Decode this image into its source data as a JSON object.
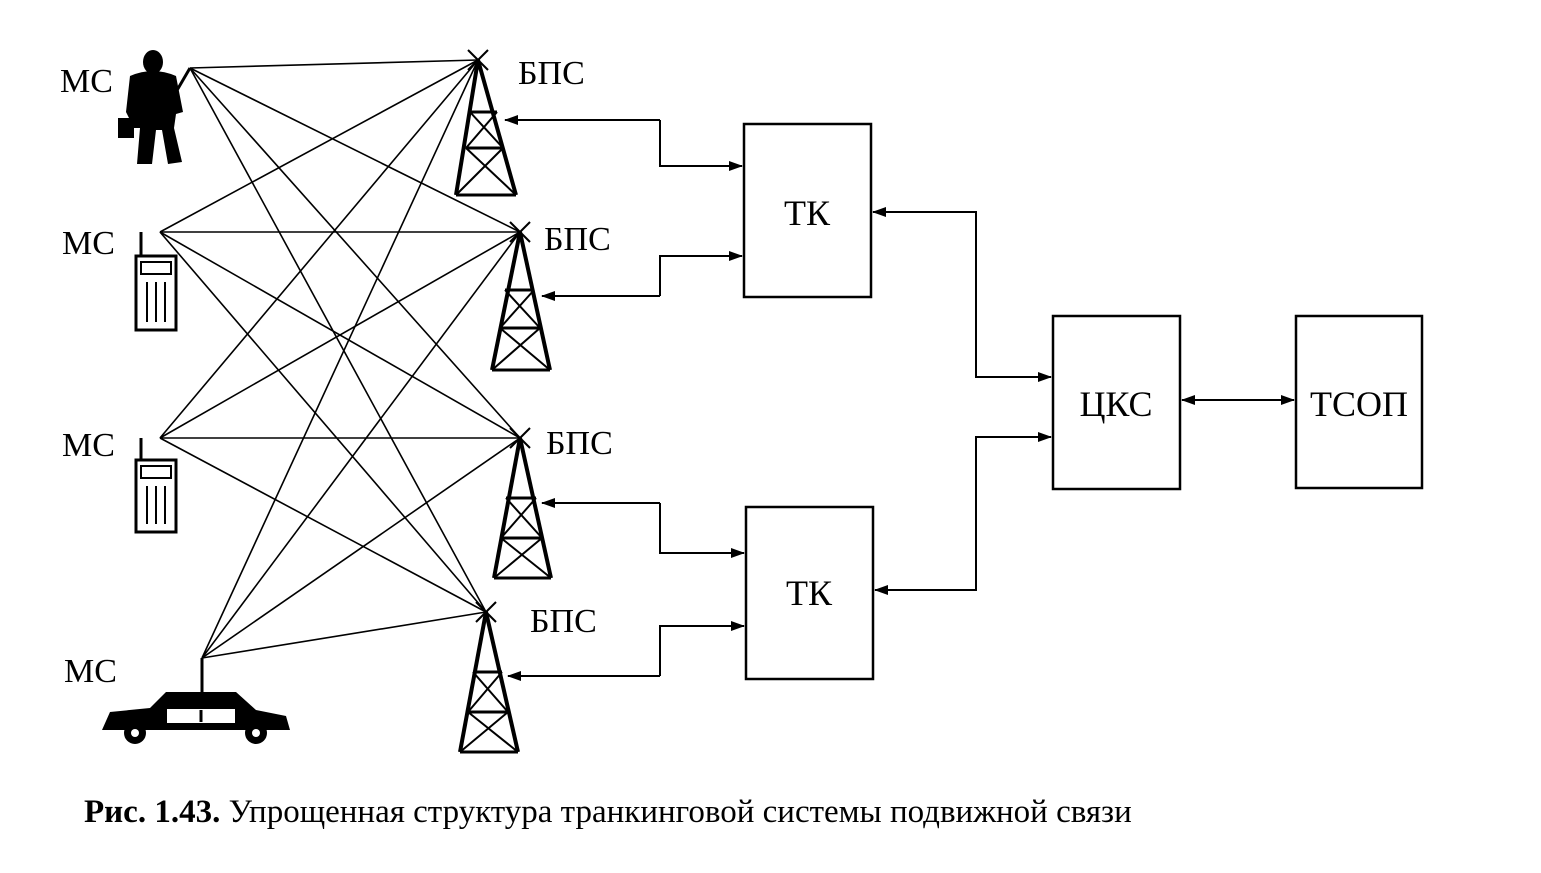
{
  "mobile_stations": [
    {
      "label": "МС",
      "kind": "person-icon"
    },
    {
      "label": "МС",
      "kind": "handheld-radio-icon"
    },
    {
      "label": "МС",
      "kind": "handheld-radio-icon"
    },
    {
      "label": "МС",
      "kind": "car-icon"
    }
  ],
  "base_stations": [
    {
      "label": "БПС"
    },
    {
      "label": "БПС"
    },
    {
      "label": "БПС"
    },
    {
      "label": "БПС"
    }
  ],
  "controllers": [
    {
      "label": "ТК"
    },
    {
      "label": "ТК"
    }
  ],
  "central_switch": {
    "label": "ЦКС"
  },
  "public_network": {
    "label": "ТСОП"
  },
  "caption": {
    "number": "Рис. 1.43.",
    "text": " Упрощенная структура транкинговой системы подвижной связи"
  }
}
